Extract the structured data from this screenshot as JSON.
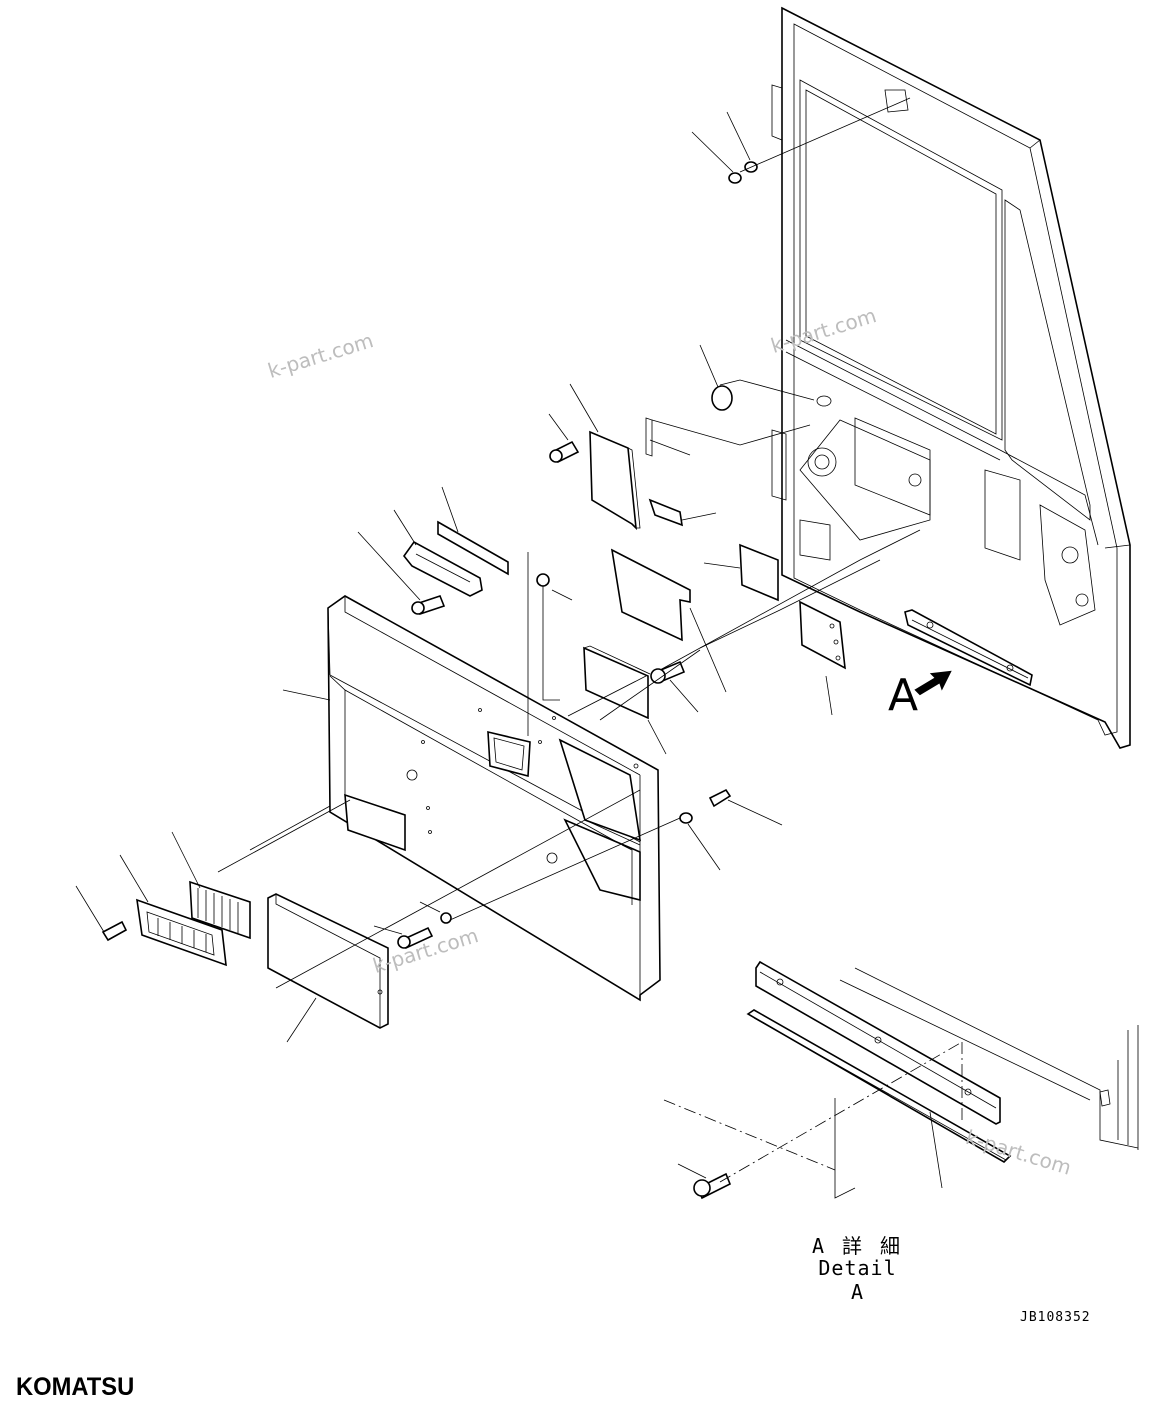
{
  "diagram": {
    "detail_label_jp": "A 詳 細",
    "detail_label_en": "Detail A",
    "view_letter": "A",
    "drawing_number": "JB108352",
    "brand": "KOMATSU",
    "watermark": "k-part.com"
  }
}
